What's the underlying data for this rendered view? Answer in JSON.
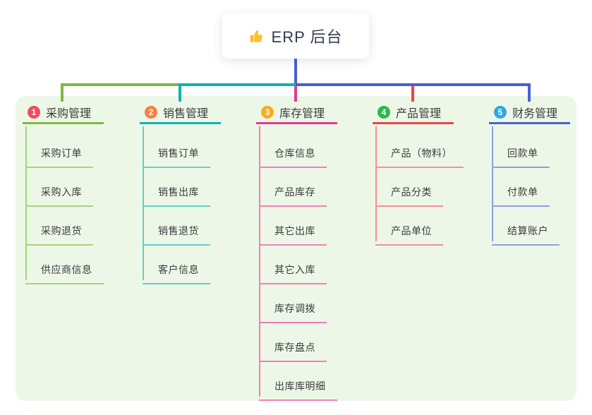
{
  "root": {
    "title": "ERP 后台",
    "icon": "thumbs-up-icon"
  },
  "colors": {
    "connector_blue": "#4a5fd1",
    "canvas_bg": "#edf7e8",
    "root_bg": "#ffffff",
    "text": "#3b3b3b"
  },
  "branches": [
    {
      "number": "1",
      "label": "采购管理",
      "badge_color": "#f4495d",
      "line_color": "#7fba3f",
      "child_line_color": "#a6d37f",
      "children": [
        "采购订单",
        "采购入库",
        "采购退货",
        "供应商信息"
      ]
    },
    {
      "number": "2",
      "label": "销售管理",
      "badge_color": "#fa7d41",
      "line_color": "#10b3ab",
      "child_line_color": "#63cfc6",
      "children": [
        "销售订单",
        "销售出库",
        "销售退货",
        "客户信息"
      ]
    },
    {
      "number": "3",
      "label": "库存管理",
      "badge_color": "#fbab1c",
      "line_color": "#dd3b95",
      "child_line_color": "#f27fbb",
      "children": [
        "仓库信息",
        "产品库存",
        "其它出库",
        "其它入库",
        "库存调拨",
        "库存盘点",
        "出库库明细"
      ]
    },
    {
      "number": "4",
      "label": "产品管理",
      "badge_color": "#2cb74a",
      "line_color": "#ef4347",
      "child_line_color": "#f5908f",
      "children": [
        "产品（物料）",
        "产品分类",
        "产品单位"
      ]
    },
    {
      "number": "5",
      "label": "财务管理",
      "badge_color": "#2fa8e1",
      "line_color": "#4d63c9",
      "child_line_color": "#8ba2dd",
      "children": [
        "回款单",
        "付款单",
        "结算账户"
      ]
    }
  ]
}
